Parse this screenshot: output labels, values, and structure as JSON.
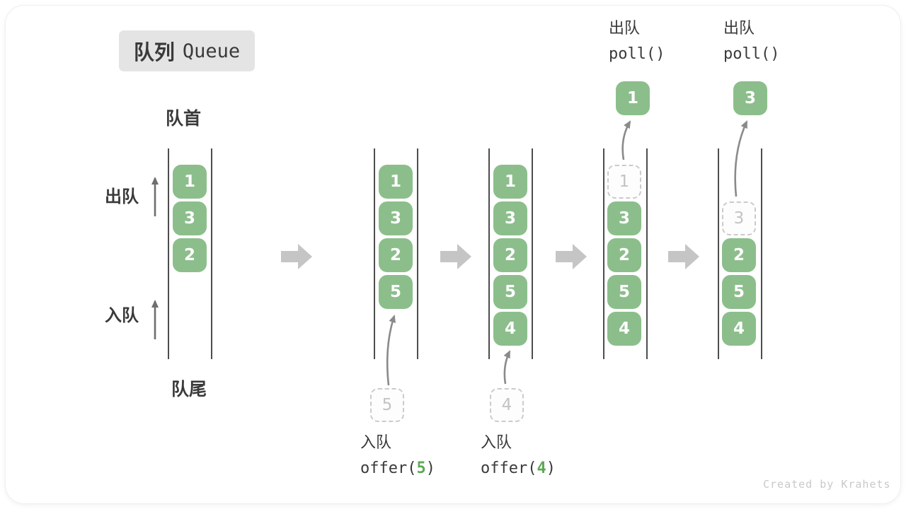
{
  "title": {
    "zh": "队列",
    "en": "Queue"
  },
  "labels": {
    "front": "队首",
    "rear": "队尾",
    "dequeue_side": "出队",
    "enqueue_side": "入队"
  },
  "colors": {
    "cell_green": "#8cbe8c",
    "code_arg_green": "#5fa758",
    "ghost_gray": "#c3c3c3",
    "block_arrow_gray": "#c5c5c5",
    "thin_arrow_gray": "#8a8a8a",
    "channel_line": "#4d4d4d",
    "text_dark": "#3a3a3a",
    "badge_bg": "#e4e4e4"
  },
  "states": [
    {
      "cells": [
        "1",
        "3",
        "2"
      ]
    },
    {
      "cells": [
        "1",
        "3",
        "2",
        "5"
      ],
      "ghost": "5",
      "op": {
        "zh": "入队",
        "fn": "offer(",
        "arg": "5",
        "close": ")"
      }
    },
    {
      "cells": [
        "1",
        "3",
        "2",
        "5",
        "4"
      ],
      "ghost": "4",
      "op": {
        "zh": "入队",
        "fn": "offer(",
        "arg": "4",
        "close": ")"
      }
    },
    {
      "cells": [
        "3",
        "2",
        "5",
        "4"
      ],
      "ghost": "1",
      "popped": "1",
      "op": {
        "zh": "出队",
        "fn": "poll()"
      }
    },
    {
      "cells": [
        "2",
        "5",
        "4"
      ],
      "ghost": "3",
      "popped": "3",
      "op": {
        "zh": "出队",
        "fn": "poll()"
      }
    }
  ],
  "footer": {
    "credit": "Created by Krahets"
  }
}
